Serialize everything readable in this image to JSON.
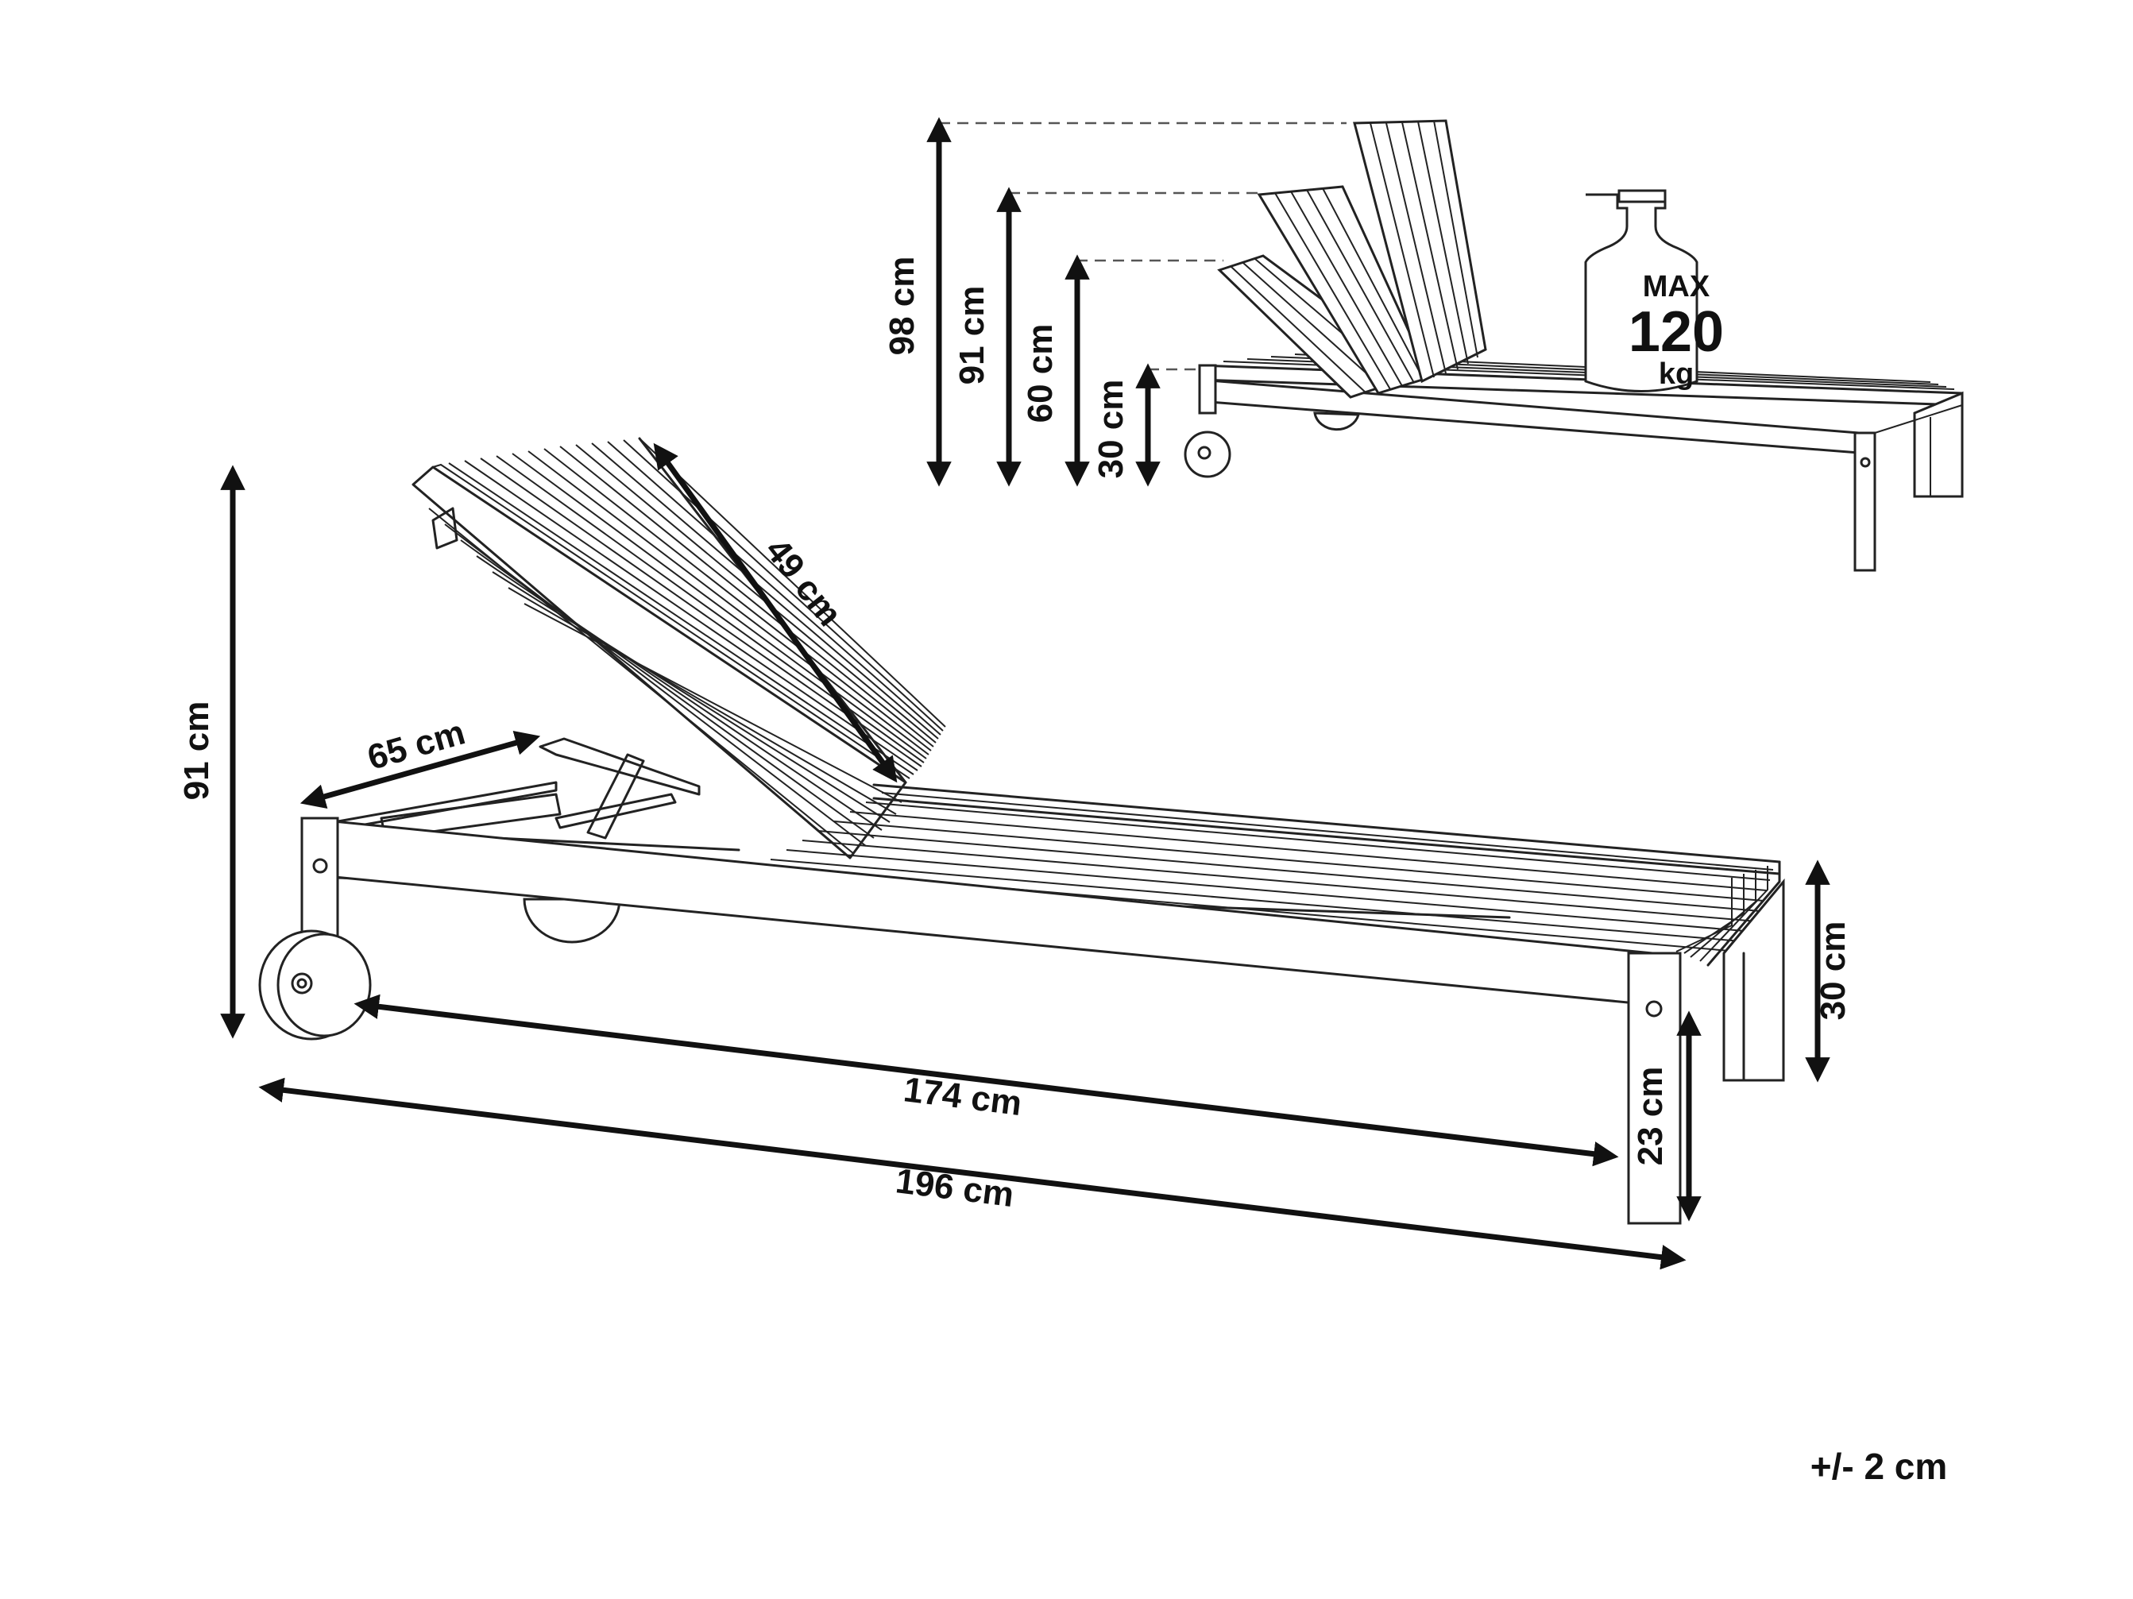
{
  "dimensions": {
    "total_height": "91 cm",
    "backrest_length": "49 cm",
    "backrest_base": "65 cm",
    "inner_length": "174 cm",
    "total_length": "196 cm",
    "seat_height": "30 cm",
    "leg_clearance": "23 cm"
  },
  "reclining_positions": [
    "98 cm",
    "91 cm",
    "60 cm",
    "30 cm"
  ],
  "max_load": {
    "prefix": "MAX",
    "value": "120",
    "unit": "kg"
  },
  "tolerance": "+/- 2 cm",
  "colors": {
    "line": "#222222",
    "arrow": "#111111",
    "background": "#ffffff"
  }
}
